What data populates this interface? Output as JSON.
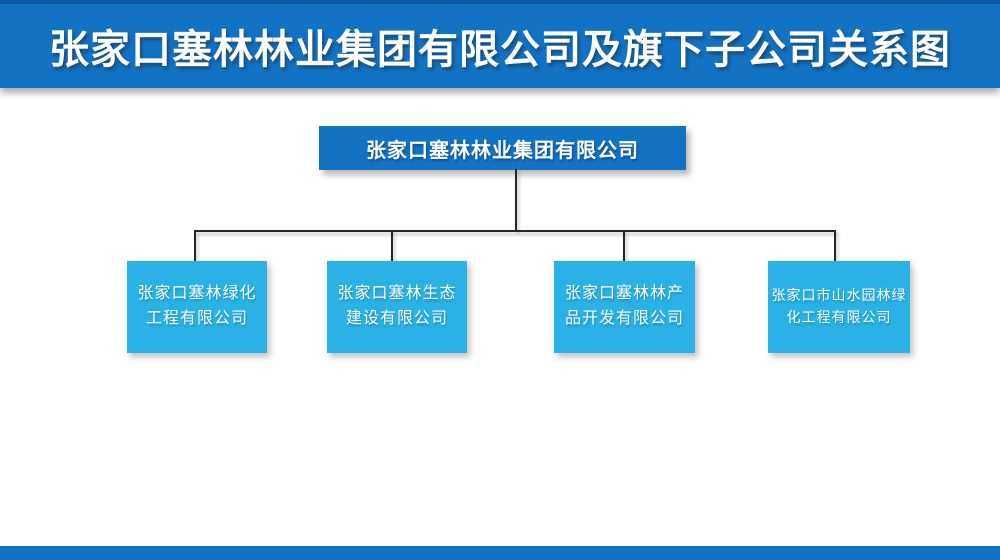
{
  "title_bar": {
    "text": "张家口塞林林业集团有限公司及旗下子公司关系图"
  },
  "org_chart": {
    "root": {
      "name": "张家口塞林林业集团有限公司"
    },
    "children": [
      {
        "name": "张家口塞林绿化工程有限公司",
        "lines": [
          "张家口塞林绿化",
          "工程有限公司"
        ]
      },
      {
        "name": "张家口塞林生态建设有限公司",
        "lines": [
          "张家口塞林生态",
          "建设有限公司"
        ]
      },
      {
        "name": "张家口塞林林产品开发有限公司",
        "lines": [
          "张家口塞林林产",
          "品开发有限公司"
        ]
      },
      {
        "name": "张家口市山水园林绿化工程有限公司",
        "lines": [
          "张家口市山水园林绿",
          "化工程有限公司"
        ]
      }
    ]
  },
  "colors": {
    "banner_blue": "#1272c4",
    "banner_top_edge": "#0b58a4",
    "child_cyan": "#2ab2e7",
    "line_dark": "#262626",
    "text_white": "#ffffff"
  }
}
